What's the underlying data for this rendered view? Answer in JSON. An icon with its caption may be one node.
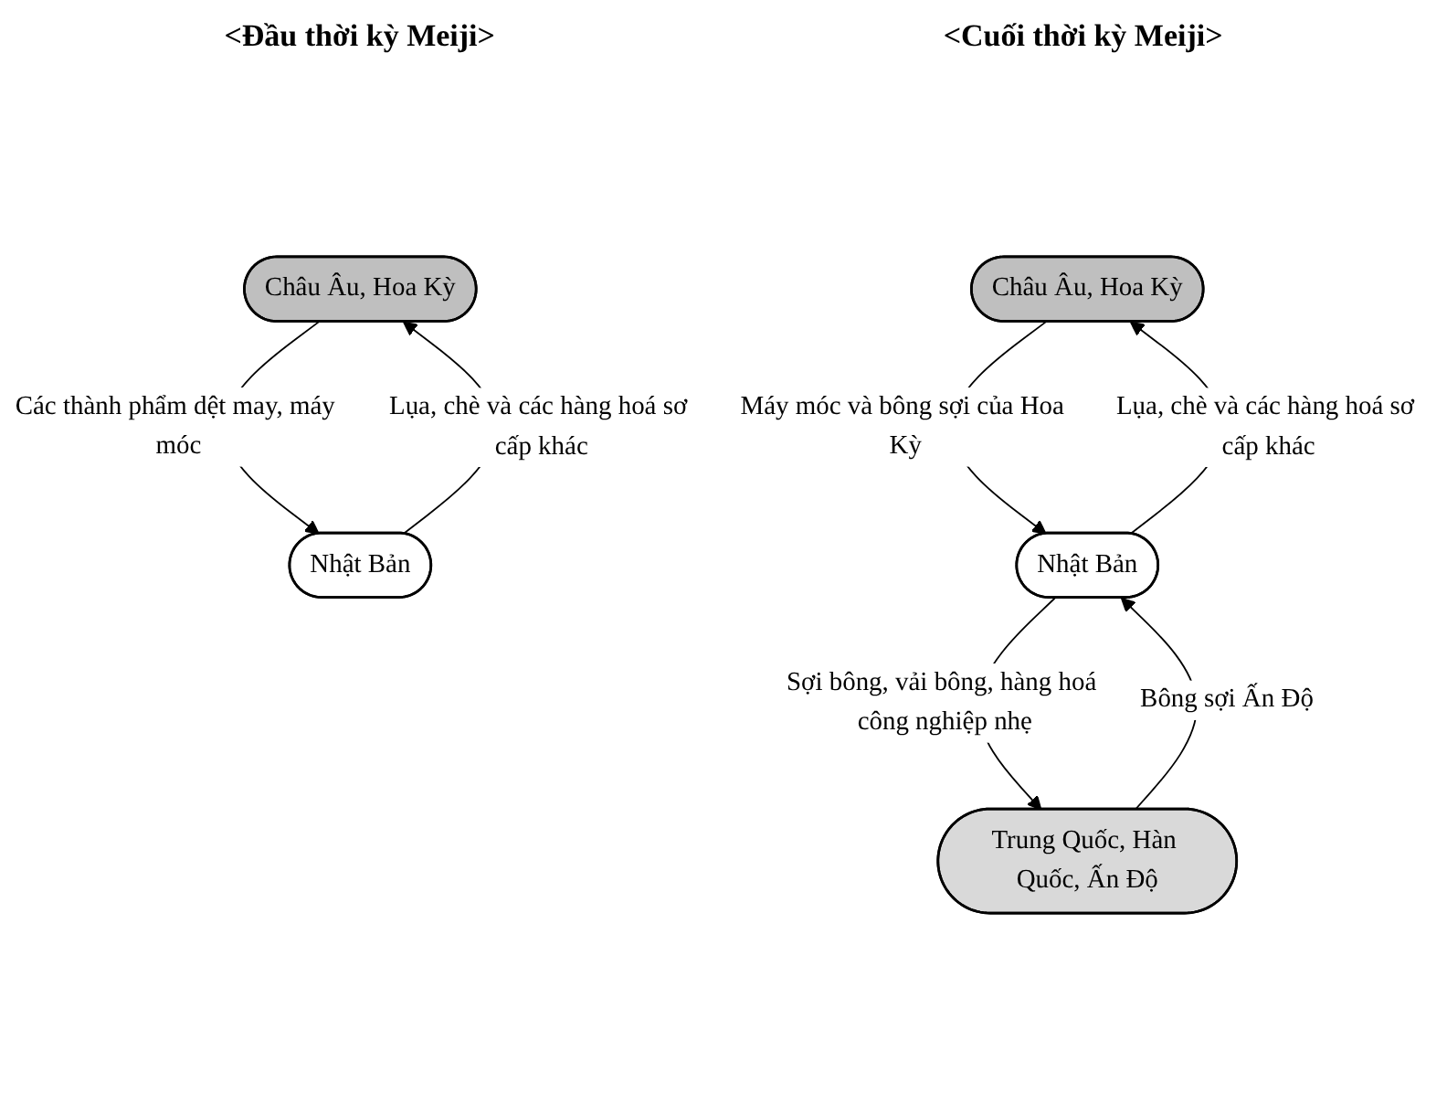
{
  "diagram": {
    "nodes": [
      {
        "text": [
          "Châu Âu, Hoa Kỳ"
        ]
      },
      {
        "text": [
          "Nhật Bản"
        ]
      },
      {
        "text": [
          "Châu Âu, Hoa Kỳ"
        ]
      },
      {
        "text": [
          "Nhật Bản"
        ]
      },
      {
        "text": [
          "Trung Quốc, Hàn Quốc, Ấn Độ"
        ]
      }
    ],
    "edges": [
      {
        "from": 0,
        "to": 1,
        "arrow": "to",
        "label": "Các thành phẩm dệt may, máy móc"
      },
      {
        "from": 1,
        "to": 0,
        "arrow": "to",
        "label": "Lụa, chè và các hàng hoá sơ cấp khác"
      },
      {
        "from": 2,
        "to": 3,
        "arrow": "to",
        "label": "Máy móc và bông sợi của Hoa Kỳ"
      },
      {
        "from": 3,
        "to": 2,
        "arrow": "to",
        "label": "Lụa, chè và các hàng hoá sơ cấp khác"
      },
      {
        "from": 3,
        "to": 4,
        "arrow": "to",
        "label": "Sợi bông, vải bông, hàng hoá công nghiệp nhẹ"
      },
      {
        "from": 4,
        "to": 3,
        "arrow": "to",
        "label": "Bông sợi Ấn Độ"
      }
    ],
    "labels": [
      "<Đầu thời kỳ Meiji>",
      "<Cuối thời kỳ Meiji>"
    ]
  }
}
